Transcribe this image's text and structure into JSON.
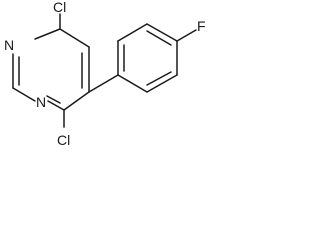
{
  "molecule": {
    "atoms": {
      "cl_top": "Cl",
      "cl_bottom": "Cl",
      "n_upper": "N",
      "n_lower": "N",
      "f": "F"
    }
  }
}
